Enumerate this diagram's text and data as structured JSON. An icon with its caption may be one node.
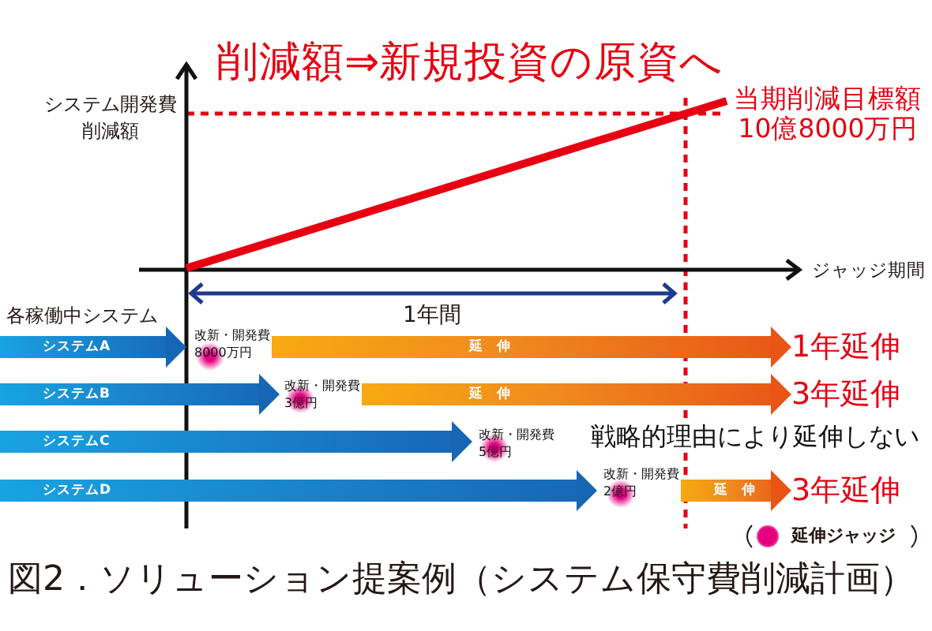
{
  "diagram": {
    "title": "削減額⇒新規投資の原資へ",
    "caption": "図2．ソリューション提案例（システム保守費削減計画）",
    "nodes": [
      {
        "text": [
          "改新・開発費",
          "8000万円"
        ]
      },
      {
        "text": [
          "1年延伸"
        ]
      },
      {
        "text": [
          "改新・開発費",
          "3億円"
        ]
      },
      {
        "text": [
          "3年延伸"
        ]
      },
      {
        "text": [
          "改新・開発費",
          "5億円"
        ]
      },
      {
        "text": [
          "改新・開発費",
          "2億円"
        ]
      },
      {
        "text": [
          "3年延伸"
        ]
      }
    ],
    "edges": [
      {
        "from": null,
        "to": 0,
        "arrow": "to",
        "label": "システムA"
      },
      {
        "from": 0,
        "to": 1,
        "arrow": "to",
        "label": "延伸",
        "color": "#f08a1e"
      },
      {
        "from": null,
        "to": 2,
        "arrow": "to",
        "label": "システムB"
      },
      {
        "from": 2,
        "to": 3,
        "arrow": "to",
        "label": "延伸",
        "color": "#f08a1e"
      },
      {
        "from": null,
        "to": 4,
        "arrow": "to",
        "label": "システムC"
      },
      {
        "from": null,
        "to": 5,
        "arrow": "to",
        "label": "システムD"
      },
      {
        "from": 5,
        "to": 6,
        "arrow": "to",
        "label": "延伸",
        "color": "#f08a1e"
      }
    ],
    "labels": [
      "システム開発費削減額",
      "当期削減目標額10億8000万円",
      "ジャッジ期間",
      "各稼働中システム",
      "1年間",
      "戦略的理由により延伸しない"
    ],
    "legend": [
      {
        "text": "延伸ジャッジ",
        "color": "#e4007f"
      }
    ]
  }
}
